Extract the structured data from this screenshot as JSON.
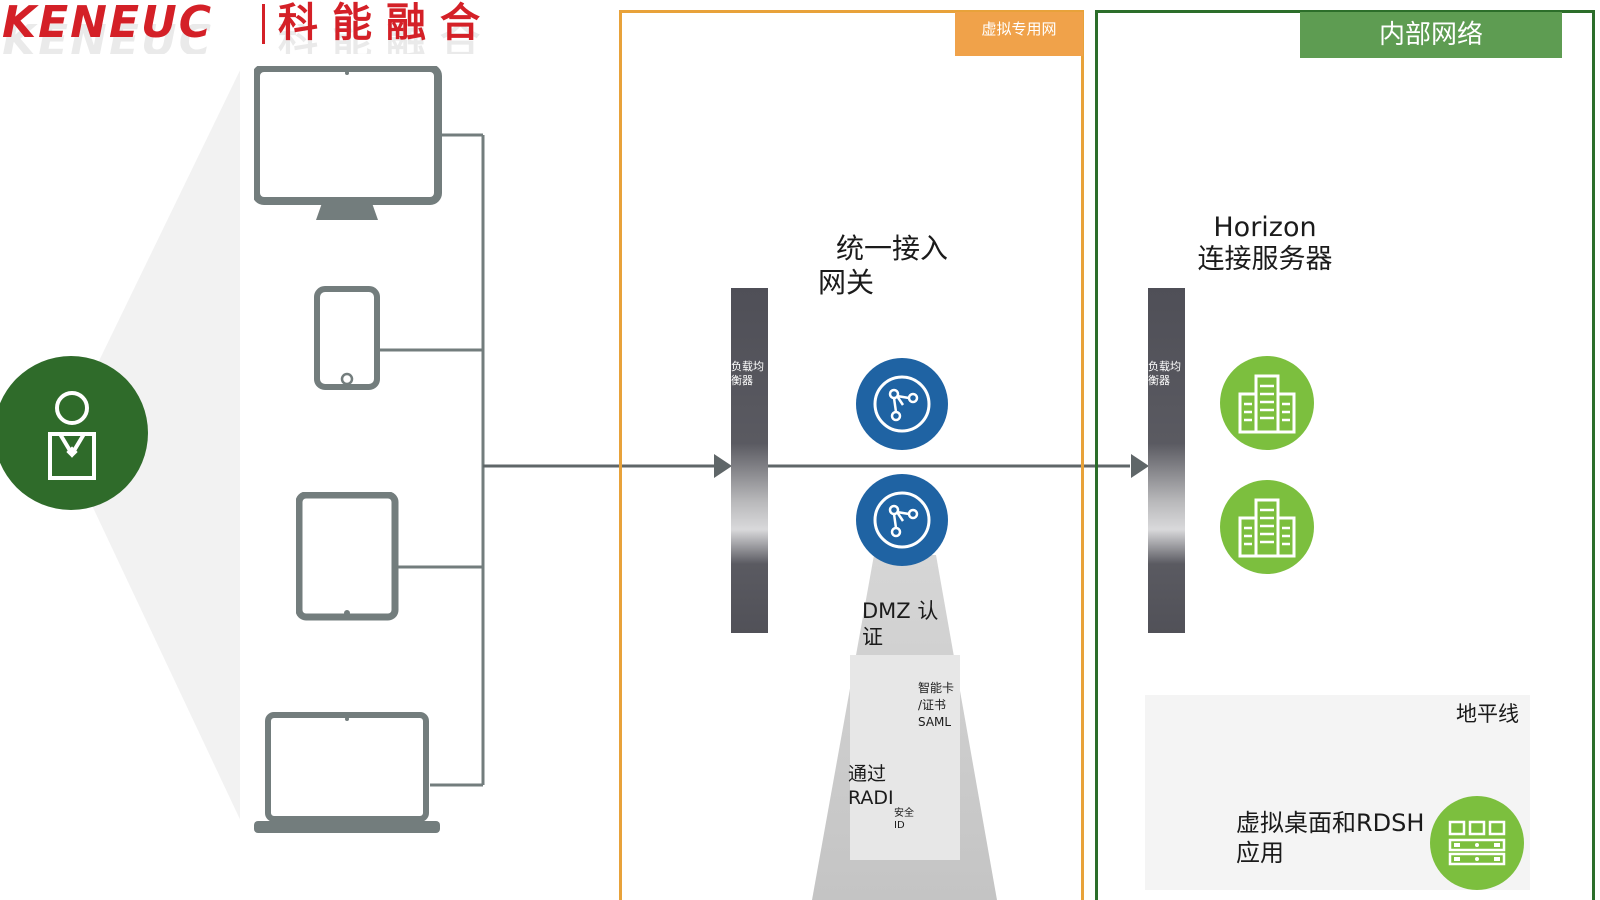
{
  "logo": {
    "latin": "KENEUC",
    "chinese": "科能融合"
  },
  "zones": {
    "vpn_label": "虚拟专用网",
    "internal_label": "内部网络"
  },
  "load_balancer_label": "负载均衡器",
  "gateway": {
    "title_line1": "统一接入",
    "title_line2": "网关"
  },
  "connection_server": {
    "title_line1": "Horizon",
    "title_line2": "连接服务器"
  },
  "auth": {
    "dmz_line1": "DMZ 认",
    "dmz_line2": "证",
    "smartcard_line1": "智能卡",
    "smartcard_line2": "/证书",
    "smartcard_line3": "SAML",
    "radius_line1": "通过",
    "radius_line2": "RADI",
    "secure_id_line1": "安全",
    "secure_id_line2": "ID"
  },
  "horizon": {
    "label": "地平线",
    "desktop_line1": "虚拟桌面和RDSH",
    "desktop_line2": "应用"
  },
  "colors": {
    "logo_red": "#d42027",
    "vpn_orange": "#e8a23a",
    "internal_green": "#2c6e2a",
    "gateway_blue": "#1f63a3",
    "server_green": "#7cbf3e",
    "device_gray": "#737d7d"
  },
  "icons": [
    "user-icon",
    "monitor-icon",
    "phone-icon",
    "tablet-icon",
    "laptop-icon",
    "network-node-icon",
    "server-building-icon",
    "desktop-rack-icon"
  ]
}
